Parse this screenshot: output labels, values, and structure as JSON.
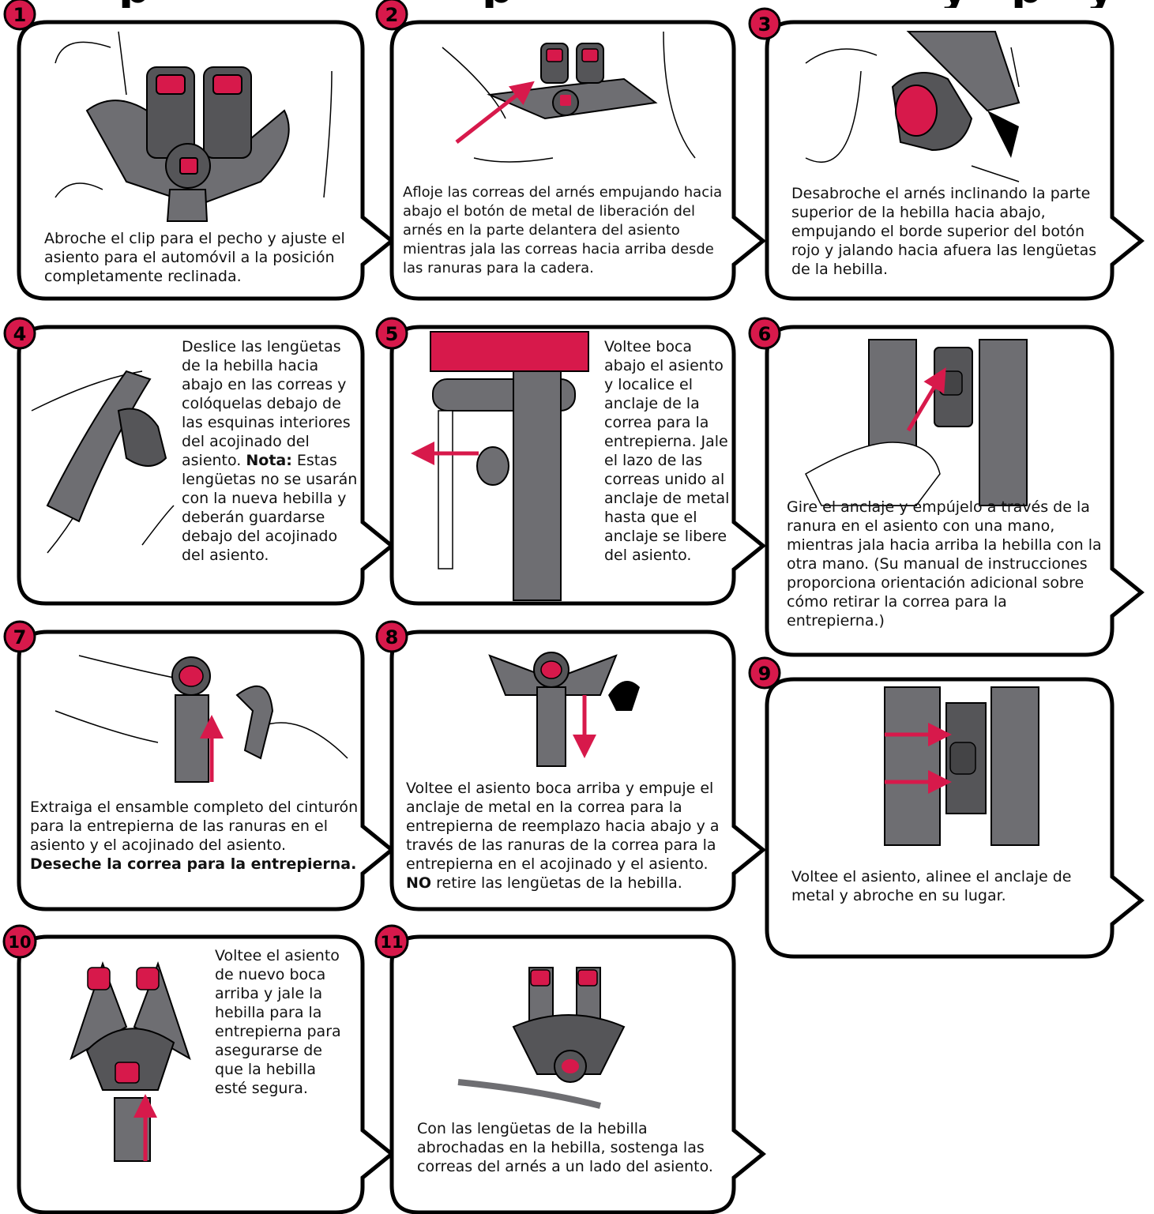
{
  "header": {
    "title_fragments": [
      "p",
      "p",
      "y",
      "p",
      "y"
    ]
  },
  "colors": {
    "accent": "#D7194B",
    "strap": "#6E6E72",
    "buckle": "#555558"
  },
  "steps": [
    {
      "number": "1",
      "text": "Abroche el clip para el pecho y ajuste el asiento para el automóvil a la posición completamente reclinada."
    },
    {
      "number": "2",
      "text": "Afloje las correas del arnés empujando hacia abajo el botón de metal de liberación del arnés en la parte delantera del asiento mientras jala las correas hacia arriba desde las ranuras para la cadera."
    },
    {
      "number": "3",
      "text": "Desabroche el arnés inclinando la parte superior de la hebilla hacia abajo, empujando el borde superior del botón rojo y jalando hacia afuera las lengüetas de la hebilla."
    },
    {
      "number": "4",
      "text": "Deslice las lengüetas de la hebilla hacia abajo en las correas y colóquelas debajo de las esquinas interiores del acojinado del asiento.",
      "note_label": "Nota:",
      "note_text": "Estas lengüetas no se usarán con la nueva hebilla y deberán guardarse debajo del acojinado del asiento."
    },
    {
      "number": "5",
      "text": "Voltee boca abajo el asiento y localice el anclaje de la correa para la entrepierna. Jale el lazo de las correas unido al anclaje de metal hasta que el anclaje se libere del asiento."
    },
    {
      "number": "6",
      "text": "Gire el anclaje y empújelo a través de la ranura en el asiento con una mano, mientras jala hacia arriba la hebilla con la otra mano. (Su manual de instrucciones proporciona orientación adicional sobre cómo retirar la correa para la entrepierna.)"
    },
    {
      "number": "7",
      "text": "Extraiga el ensamble completo del cinturón para la entrepierna de las ranuras en el asiento y el acojinado del asiento.",
      "bold_text": "Deseche la correa para la entrepierna."
    },
    {
      "number": "8",
      "text": "Voltee el asiento boca arriba y empuje el anclaje de metal en la correa para la entrepierna de reemplazo hacia abajo y a través de las ranuras de la correa para la entrepierna en el acojinado y el asiento.",
      "bold_prefix": "NO",
      "tail_text": "retire las lengüetas de la hebilla."
    },
    {
      "number": "9",
      "text": "Voltee el asiento, alinee el anclaje de metal y abroche en su lugar."
    },
    {
      "number": "10",
      "text": "Voltee el asiento de nuevo boca arriba y jale la hebilla para la entrepierna para asegurarse de que la hebilla esté segura."
    },
    {
      "number": "11",
      "text": "Con las lengüetas de la hebilla abrochadas en la hebilla, sostenga las correas del arnés a un lado del asiento."
    }
  ]
}
